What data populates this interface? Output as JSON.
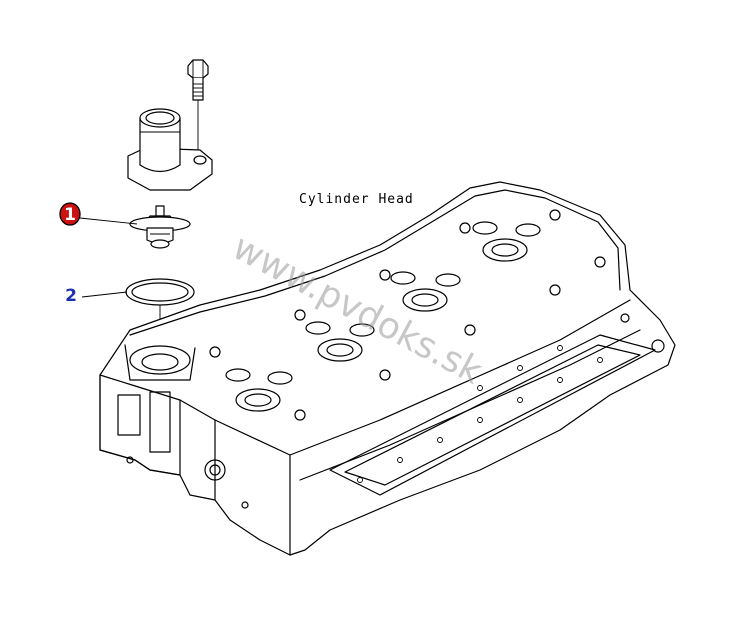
{
  "labels": {
    "part_title": "Cylinder Head",
    "callout_1": "1",
    "callout_2": "2",
    "watermark": "www.pvdoks.sk"
  },
  "colors": {
    "callout_1_fill": "#cc1111",
    "callout_1_text": "#ffffff",
    "callout_2_text": "#1b2fb0",
    "line": "#000000",
    "watermark": "#9a9a9a"
  }
}
